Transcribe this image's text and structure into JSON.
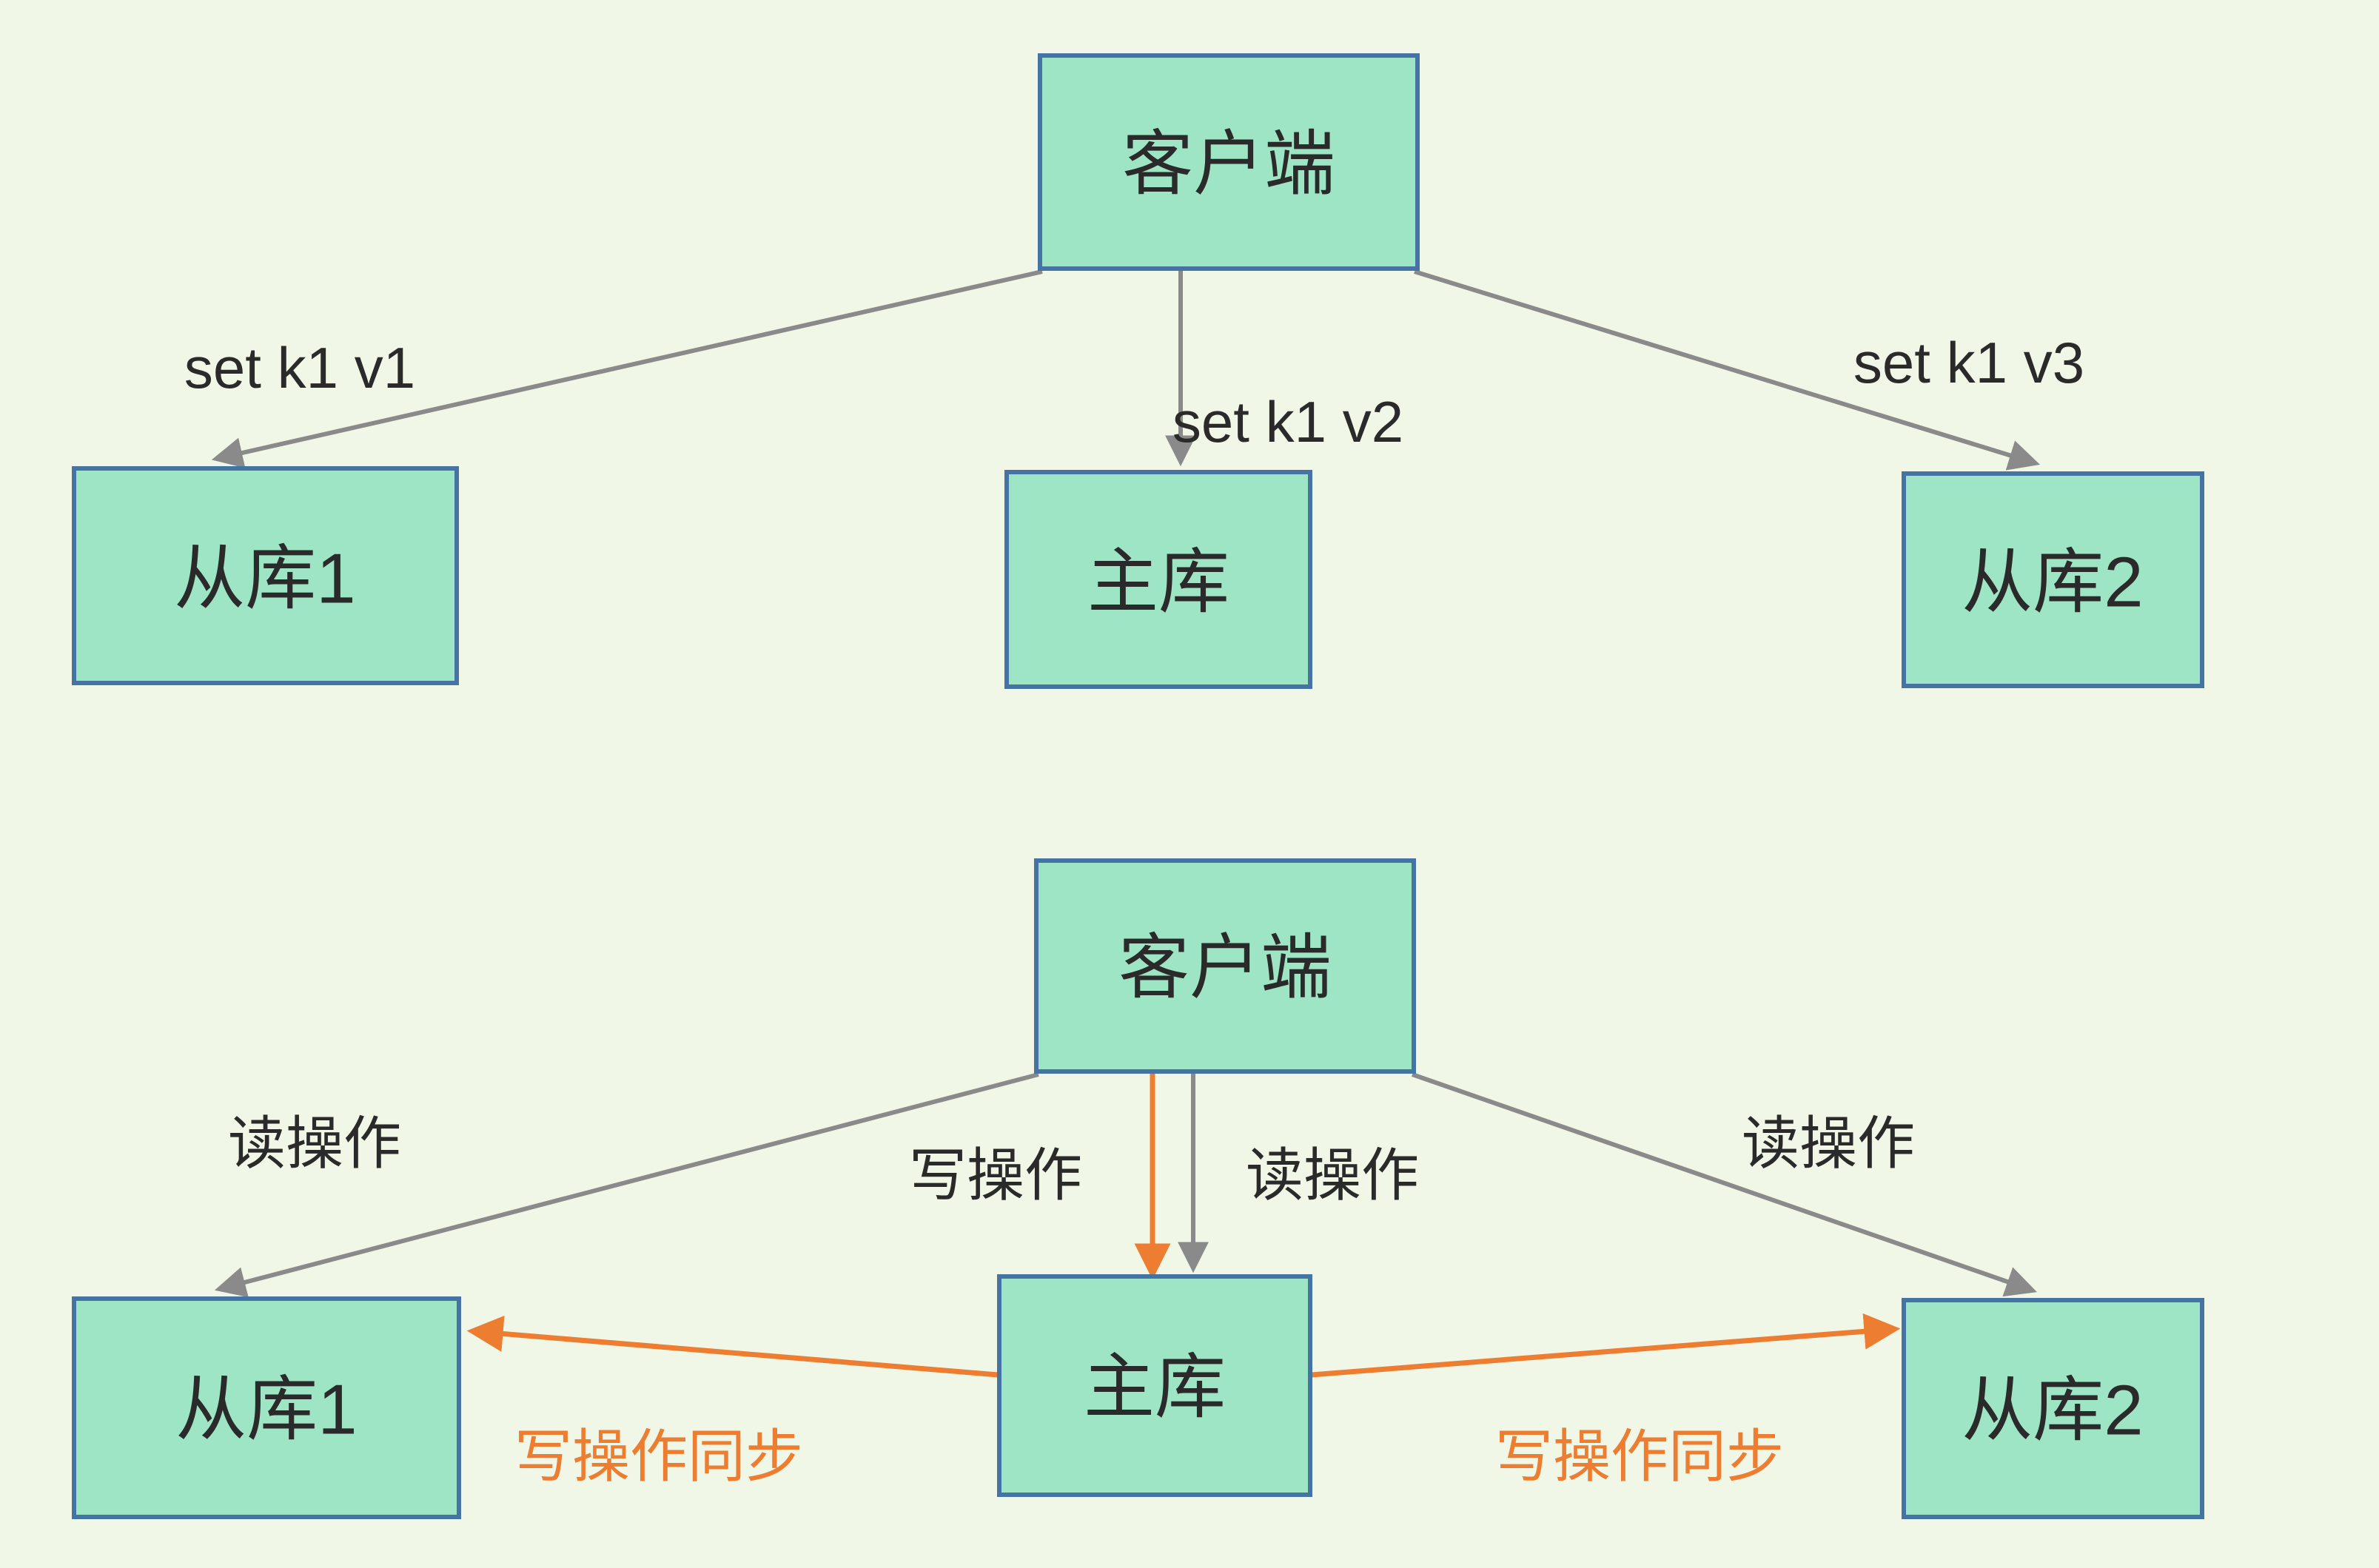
{
  "colors": {
    "background": "#f0f7e6",
    "node_fill": "#9ee5c5",
    "node_border": "#4573a3",
    "arrow_gray": "#8a8a8a",
    "arrow_orange": "#ed7d31",
    "text_dark": "#2a2a2a"
  },
  "diagram_top": {
    "nodes": {
      "client": "客户端",
      "slave1": "从库1",
      "master": "主库",
      "slave2": "从库2"
    },
    "edge_labels": {
      "to_slave1": "set k1 v1",
      "to_master": "set k1 v2",
      "to_slave2": "set k1 v3"
    }
  },
  "diagram_bottom": {
    "nodes": {
      "client": "客户端",
      "slave1": "从库1",
      "master": "主库",
      "slave2": "从库2"
    },
    "edge_labels": {
      "read_left": "读操作",
      "write_center": "写操作",
      "read_center": "读操作",
      "read_right": "读操作",
      "sync_left": "写操作同步",
      "sync_right": "写操作同步"
    }
  }
}
